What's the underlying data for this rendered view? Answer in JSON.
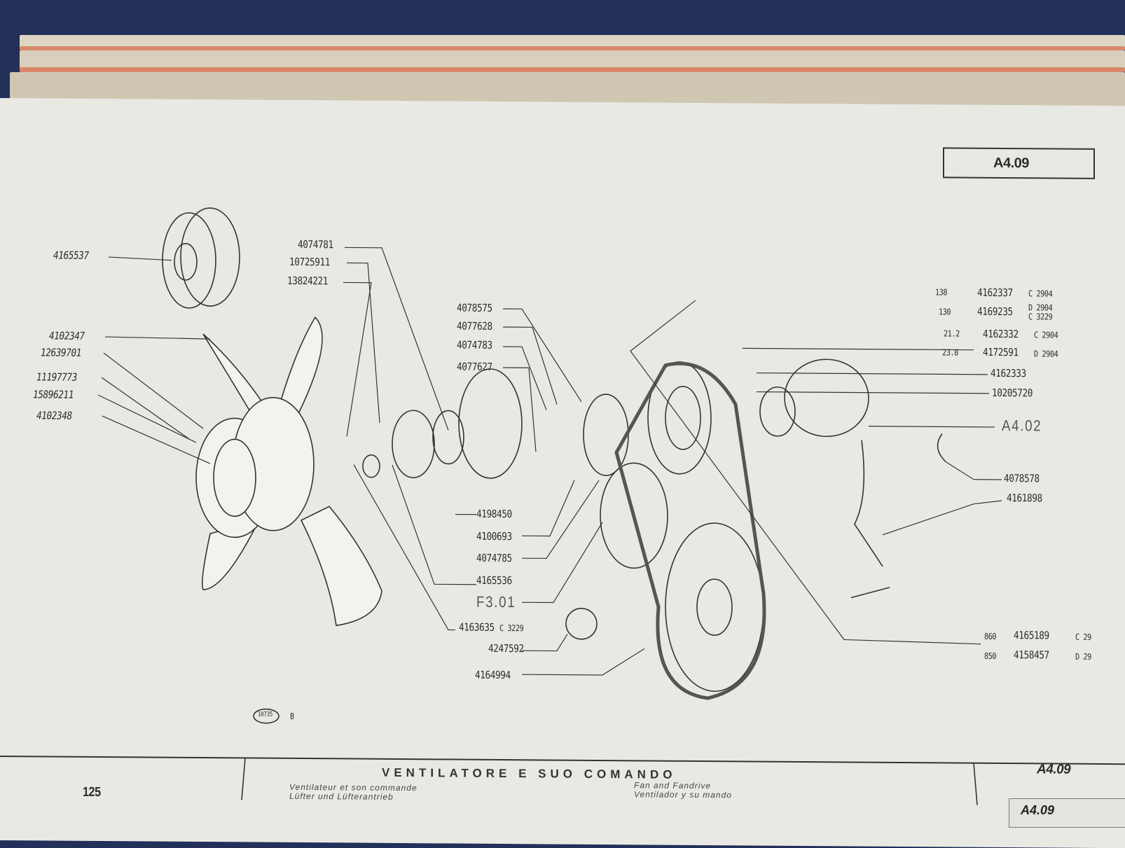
{
  "page_code": "A4.09",
  "page_number": "125",
  "figure_ref": "10735",
  "figure_variant": "B",
  "title": "VENTILATORE E SUO COMANDO",
  "subtitles": {
    "fr": "Ventilateur et son commande",
    "de": "Lüfter und Lüfterantrieb",
    "en": "Fan and Fandrive",
    "es": "Ventilador y su mando"
  },
  "footer_code": "A4.09",
  "next_tab_code": "A4.09",
  "left_labels": [
    "4165537",
    "4102347",
    "12639701",
    "11197773",
    "15896211",
    "4102348"
  ],
  "top_middle_labels": [
    "4074781",
    "10725911",
    "13824221"
  ],
  "center_labels": [
    "4078575",
    "4077628",
    "4074783",
    "4077627"
  ],
  "lower_middle_labels": [
    "4198450",
    "4100693",
    "4074785",
    "4165536"
  ],
  "ref_f301": "F3.01",
  "ref_a402": "A4.02",
  "part_4163635": {
    "number": "4163635",
    "variant": "C 3229"
  },
  "part_4247592": "4247592",
  "part_4164994": "4164994",
  "right_groups": [
    {
      "rows": [
        {
          "size": "138",
          "number": "4162337",
          "variant": "C 2904"
        },
        {
          "size": "130",
          "number": "4169235",
          "variant": "D 2904",
          "variant2": "C 3229"
        }
      ]
    },
    {
      "rows": [
        {
          "size": "21.2",
          "number": "4162332",
          "variant": "C 2904"
        },
        {
          "size": "23.8",
          "number": "4172591",
          "variant": "D 2904"
        }
      ]
    },
    {
      "rows": [
        {
          "size": "860",
          "number": "4165189",
          "variant": "C 29"
        },
        {
          "size": "850",
          "number": "4158457",
          "variant": "D 29"
        }
      ]
    }
  ],
  "right_labels": [
    "4162333",
    "10205720",
    "4078578",
    "4161898"
  ]
}
